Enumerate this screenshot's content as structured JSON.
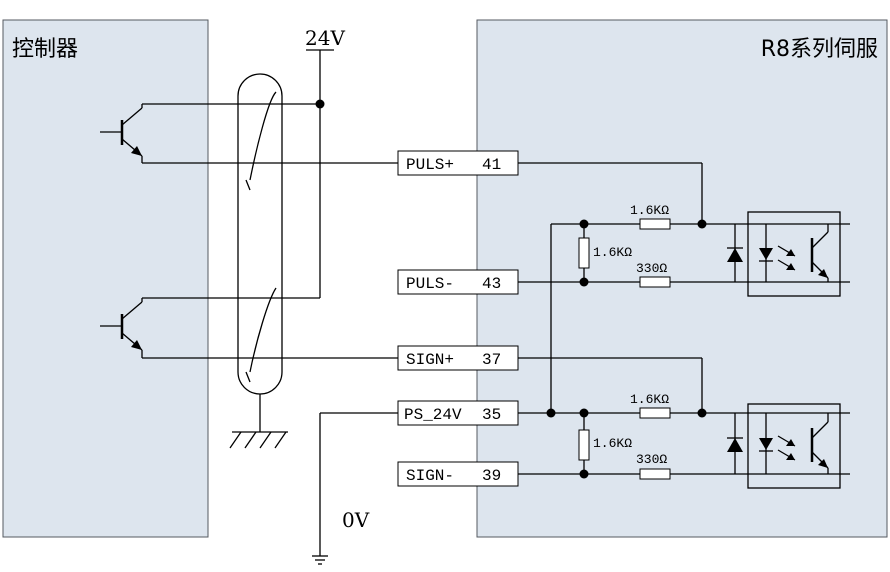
{
  "panels": {
    "controller_label": "控制器",
    "servo_label": "R8系列伺服"
  },
  "supply": {
    "v24": "24V",
    "v0": "0V"
  },
  "terminals": [
    {
      "name": "PULS+",
      "pin": "41"
    },
    {
      "name": "PULS-",
      "pin": "43"
    },
    {
      "name": "SIGN+",
      "pin": "37"
    },
    {
      "name": "PS_24V",
      "pin": "35"
    },
    {
      "name": "SIGN-",
      "pin": "39"
    }
  ],
  "resistors": {
    "r_top_pair": "1.6KΩ",
    "r_top_vertical": "1.6KΩ",
    "r_top_series": "330Ω",
    "r_bot_pair": "1.6KΩ",
    "r_bot_vertical": "1.6KΩ",
    "r_bot_series": "330Ω"
  }
}
